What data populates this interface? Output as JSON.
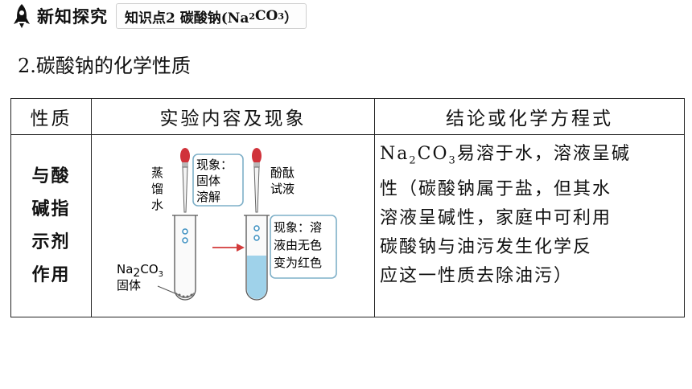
{
  "header": {
    "title": "新知探究",
    "topic_prefix": "知识点2 碳酸钠(Na",
    "topic_sub": "2",
    "topic_mid": "CO",
    "topic_sub2": "3",
    "topic_suffix": "）"
  },
  "section_title": "2.碳酸钠的化学性质",
  "table": {
    "headers": [
      "性质",
      "实验内容及现象",
      "结论或化学方程式"
    ],
    "property_lines": [
      "与酸",
      "碱指",
      "示剂",
      "作用"
    ],
    "experiment": {
      "label_water": [
        "蒸",
        "馏",
        "水"
      ],
      "callout1": [
        "现象：",
        "固体",
        "溶解"
      ],
      "label_indicator": [
        "酚酞",
        "试液"
      ],
      "callout2": [
        "现象：溶",
        "液由无色",
        "变为红色"
      ],
      "solid_label_na": "Na",
      "solid_label_sub2": "2",
      "solid_label_co": "CO",
      "solid_label_sub3": "3",
      "solid_label_2": "固体"
    },
    "conclusion": {
      "formula_na": "Na",
      "formula_sub2": "2",
      "formula_co": "CO",
      "formula_sub3": "3",
      "line1_rest": "易溶于水，溶液呈碱",
      "lines": [
        "性（碳酸钠属于盐，但其水",
        "溶液呈碱性，家庭中可利用",
        "碳酸钠与油污发生化学反",
        "应这一性质去除油污）"
      ]
    }
  },
  "colors": {
    "callout_border": "#7fb0c8",
    "dropper_bulb": "#d0323a",
    "liquid_blue": "#9fd2ea",
    "arrow_red": "#d23a3a"
  }
}
